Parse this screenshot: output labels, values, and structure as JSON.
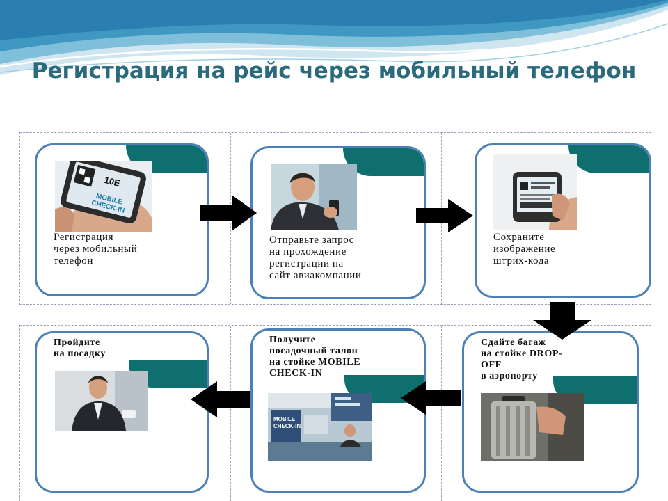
{
  "title": "Регистрация на рейс через мобильный телефон",
  "steps": [
    {
      "caption": "Регистрация\nчерез мобильный\nтелефон"
    },
    {
      "caption": "Отправьте запрос\nна прохождение\nрегистрации на\nсайт авиакомпании"
    },
    {
      "caption": "Сохраните\nизображение\nштрих-кода"
    },
    {
      "caption": "Сдайте багаж\nна стойке DROP-\nOFF\nв аэропорту"
    },
    {
      "caption": "Получите\nпосадочный талон\nна стойке MOBILE\nCHECK-IN"
    },
    {
      "caption": "Пройдите\nна посадку"
    }
  ],
  "photo_text": {
    "phone_code": "10E",
    "phone_label": "MOBILE\nCHECK-IN",
    "sign": "MOBILE\nCHECK-IN"
  },
  "colors": {
    "title": "#2a6a7c",
    "card_border": "#4c80b8",
    "accent_tab": "#0f6f6f",
    "arrow": "#000000"
  }
}
